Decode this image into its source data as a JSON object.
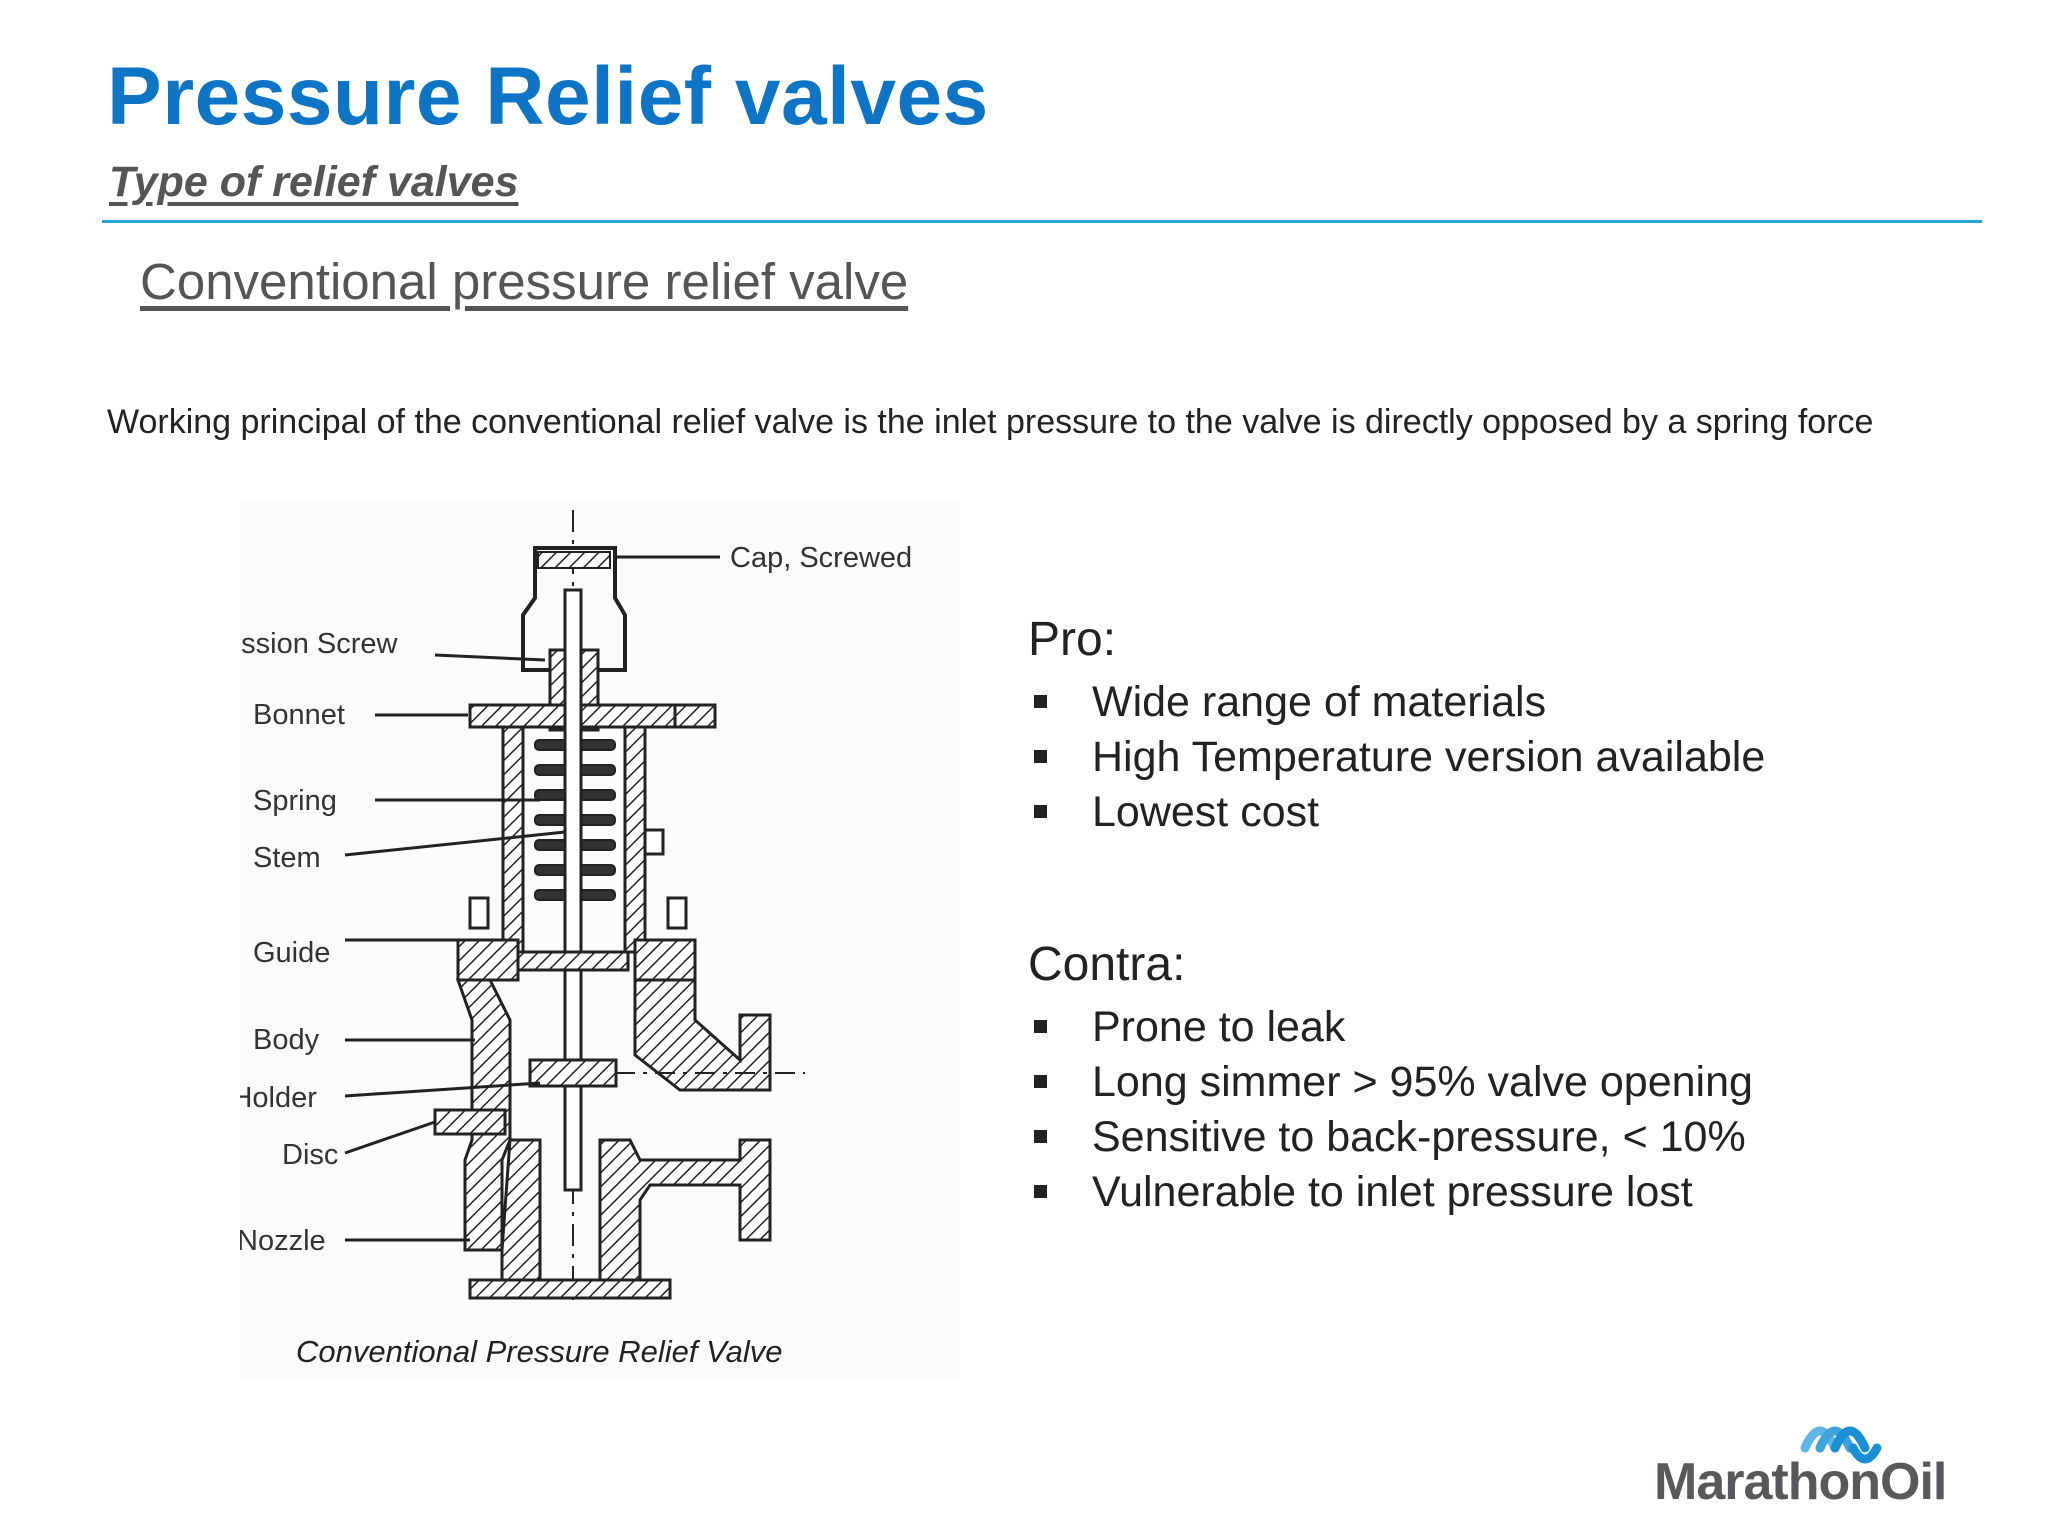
{
  "header": {
    "title": "Pressure Relief valves",
    "subtitle": "Type of relief valves",
    "accent_color": "#0e75c6",
    "rule_color": "#2aa3d8"
  },
  "section": {
    "heading": "Conventional pressure relief valve",
    "principle": "Working principal of the conventional relief valve is the inlet pressure to the valve is directly opposed by a spring force"
  },
  "diagram": {
    "labels": {
      "cap": "Cap, Screwed",
      "compression_screw": "Compression Screw",
      "bonnet": "Bonnet",
      "spring": "Spring",
      "stem": "Stem",
      "guide": "Guide",
      "body": "Body",
      "disc_holder": "Disc Holder",
      "disc": "Disc",
      "nozzle": "Nozzle"
    },
    "caption": "Conventional Pressure Relief Valve"
  },
  "pro": {
    "heading": "Pro:",
    "items": [
      "Wide range of materials",
      "High Temperature version available",
      "Lowest cost"
    ]
  },
  "contra": {
    "heading": "Contra:",
    "items": [
      "Prone to leak",
      "Long simmer > 95% valve opening",
      "Sensitive to back-pressure, < 10%",
      "Vulnerable to inlet pressure lost"
    ]
  },
  "logo": {
    "text": "MarathonOil",
    "icon": "marathon-wave-icon",
    "colors": [
      "#1a8fd6",
      "#5fb7e8"
    ]
  }
}
